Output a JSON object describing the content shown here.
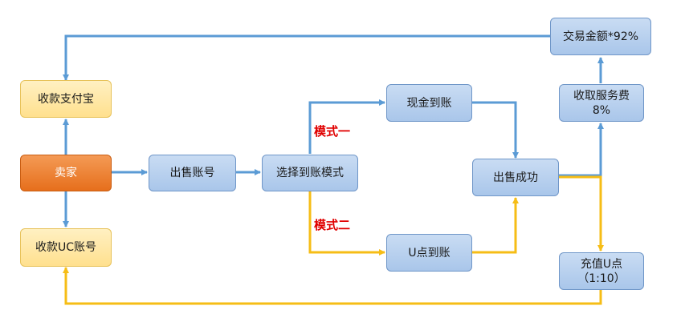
{
  "nodes": {
    "seller": "卖家",
    "alipay": "收款支付宝",
    "uc_account": "收款UC账号",
    "sell_account": "出售账号",
    "choose_mode": "选择到账模式",
    "cash": "现金到账",
    "upoint": "U点到账",
    "sold": "出售成功",
    "amount": "交易金额*92%",
    "fee_line1": "收取服务费",
    "fee_line2": "8%",
    "recharge_line1": "充值U点",
    "recharge_line2": "（1:10）"
  },
  "labels": {
    "mode1": "模式一",
    "mode2": "模式二"
  },
  "colors": {
    "blue_arrow": "#5b9bd5",
    "yellow_arrow": "#f6bd16",
    "mode_text": "#e00000"
  }
}
